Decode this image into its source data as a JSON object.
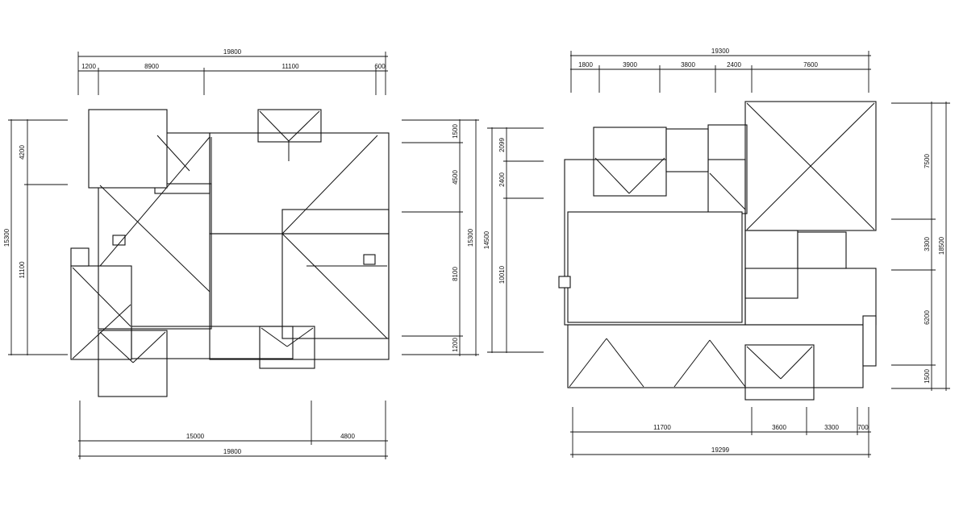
{
  "drawing_left": {
    "top": {
      "overall": "19800",
      "segments": [
        "1200",
        "8900",
        "11100",
        "600"
      ]
    },
    "bottom": {
      "overall": "19800",
      "segments": [
        "15000",
        "4800"
      ]
    },
    "left": {
      "overall": "15300",
      "segments": [
        "4200",
        "11100"
      ]
    },
    "right": {
      "overall_outer": "14500",
      "overall_inner": "15300",
      "segments": [
        "1500",
        "4500",
        "8100",
        "1200"
      ],
      "outer_segments": [
        "2099",
        "2400",
        "10010"
      ]
    }
  },
  "drawing_right": {
    "top": {
      "overall": "19300",
      "segments": [
        "1800",
        "3900",
        "3800",
        "2400",
        "7600"
      ]
    },
    "bottom": {
      "overall": "19299",
      "segments": [
        "11700",
        "3600",
        "3300",
        "700"
      ]
    },
    "right": {
      "overall": "18500",
      "segments": [
        "7500",
        "3300",
        "6200",
        "1500"
      ]
    }
  },
  "colors": {
    "line": "#111111",
    "background": "#ffffff"
  }
}
